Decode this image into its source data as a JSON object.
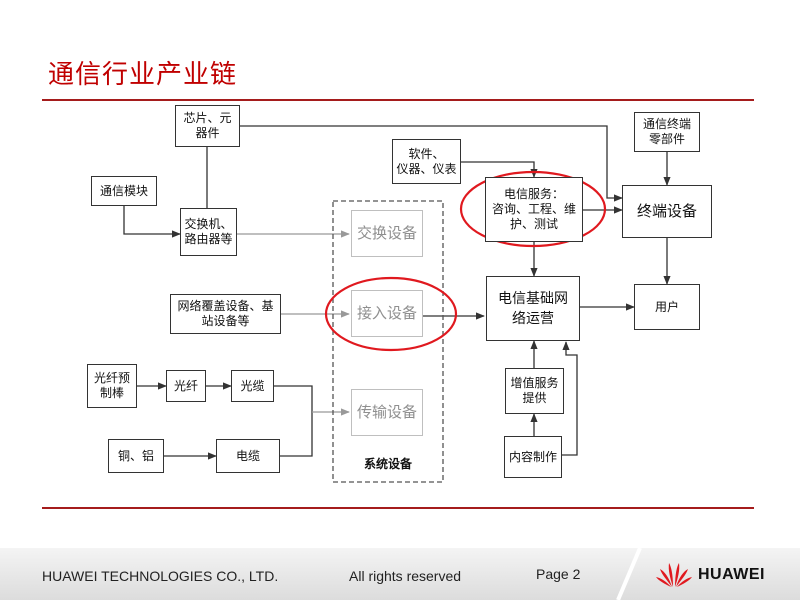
{
  "slide": {
    "title": "通信行业产业链"
  },
  "diagram": {
    "nodes": {
      "chips": "芯片、元\n器件",
      "comm_module": "通信模块",
      "switch_router": "交换机、\n路由器等",
      "software": "软件、\n仪器、仪表",
      "telecom_service": "电信服务：\n咨询、工程、维\n护、测试",
      "terminal_parts": "通信终端\n零部件",
      "terminal_device": "终端设备",
      "switch_device": "交换设备",
      "access_device": "接入设备",
      "transmission_device": "传输设备",
      "network_coverage": "网络覆盖设备、基\n站设备等",
      "network_ops": "电信基础网\n络运营",
      "user": "用户",
      "preform": "光纤预\n制棒",
      "fiber": "光纤",
      "optical_cable": "光缆",
      "copper_aluminum": "铜、铝",
      "cable": "电缆",
      "vas": "增值服务\n提供",
      "content": "内容制作"
    },
    "system_group_label": "系统设备",
    "colors": {
      "highlight": "#e0191f",
      "title": "#c00000",
      "rule": "#a51c1c"
    }
  },
  "footer": {
    "company": "HUAWEI TECHNOLOGIES CO., LTD.",
    "rights": "All rights reserved",
    "page": "Page 2",
    "brand": "HUAWEI"
  }
}
